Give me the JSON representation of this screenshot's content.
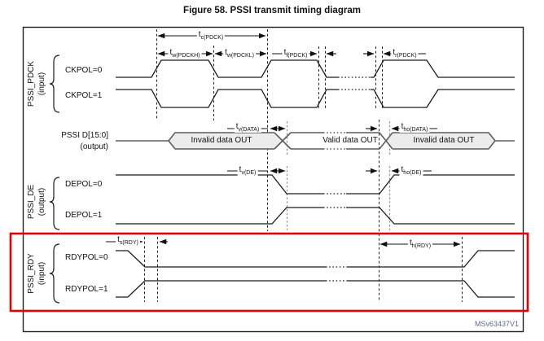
{
  "title": "Figure 58. PSSI transmit timing diagram",
  "watermark": "MSv63437V1",
  "groups": {
    "pdck": {
      "name": "PSSI_PDCK",
      "dir": "(input)",
      "trace0": "CKPOL=0",
      "trace1": "CKPOL=1"
    },
    "data": {
      "name": "PSSI D[15:0]",
      "dir": "(output)",
      "seg0": "Invalid data OUT",
      "seg1": "Valid data OUT",
      "seg2": "Invalid data OUT"
    },
    "de": {
      "name": "PSSI_DE",
      "dir": "(output)",
      "trace0": "DEPOL=0",
      "trace1": "DEPOL=1"
    },
    "rdy": {
      "name": "PSSI_RDY",
      "dir": "(input)",
      "trace0": "RDYPOL=0",
      "trace1": "RDYPOL=1"
    }
  },
  "timings": {
    "tc_pdck": {
      "base": "t",
      "sub": "c(PDCK)"
    },
    "tw_pdckh": {
      "base": "t",
      "sub": "w(PDCKH)"
    },
    "tw_pdckl": {
      "base": "t",
      "sub": "w(PDCKL)"
    },
    "tf_pdck": {
      "base": "t",
      "sub": "f(PDCK)"
    },
    "tr_pdck": {
      "base": "t",
      "sub": "r(PDCK)"
    },
    "tv_data": {
      "base": "t",
      "sub": "v(DATA)"
    },
    "tho_data": {
      "base": "t",
      "sub": "ho(DATA)"
    },
    "tv_de": {
      "base": "t",
      "sub": "v(DE)"
    },
    "tho_de": {
      "base": "t",
      "sub": "ho(DE)"
    },
    "ts_rdy": {
      "base": "t",
      "sub": "s(RDY)"
    },
    "th_rdy": {
      "base": "t",
      "sub": "h(RDY)"
    }
  },
  "colors": {
    "line": "#1a1a1a",
    "bus_rail": "#5c5c5c",
    "bus_fill": "#ececec",
    "highlight": "#e00000",
    "watermark": "#5d6b8f"
  }
}
